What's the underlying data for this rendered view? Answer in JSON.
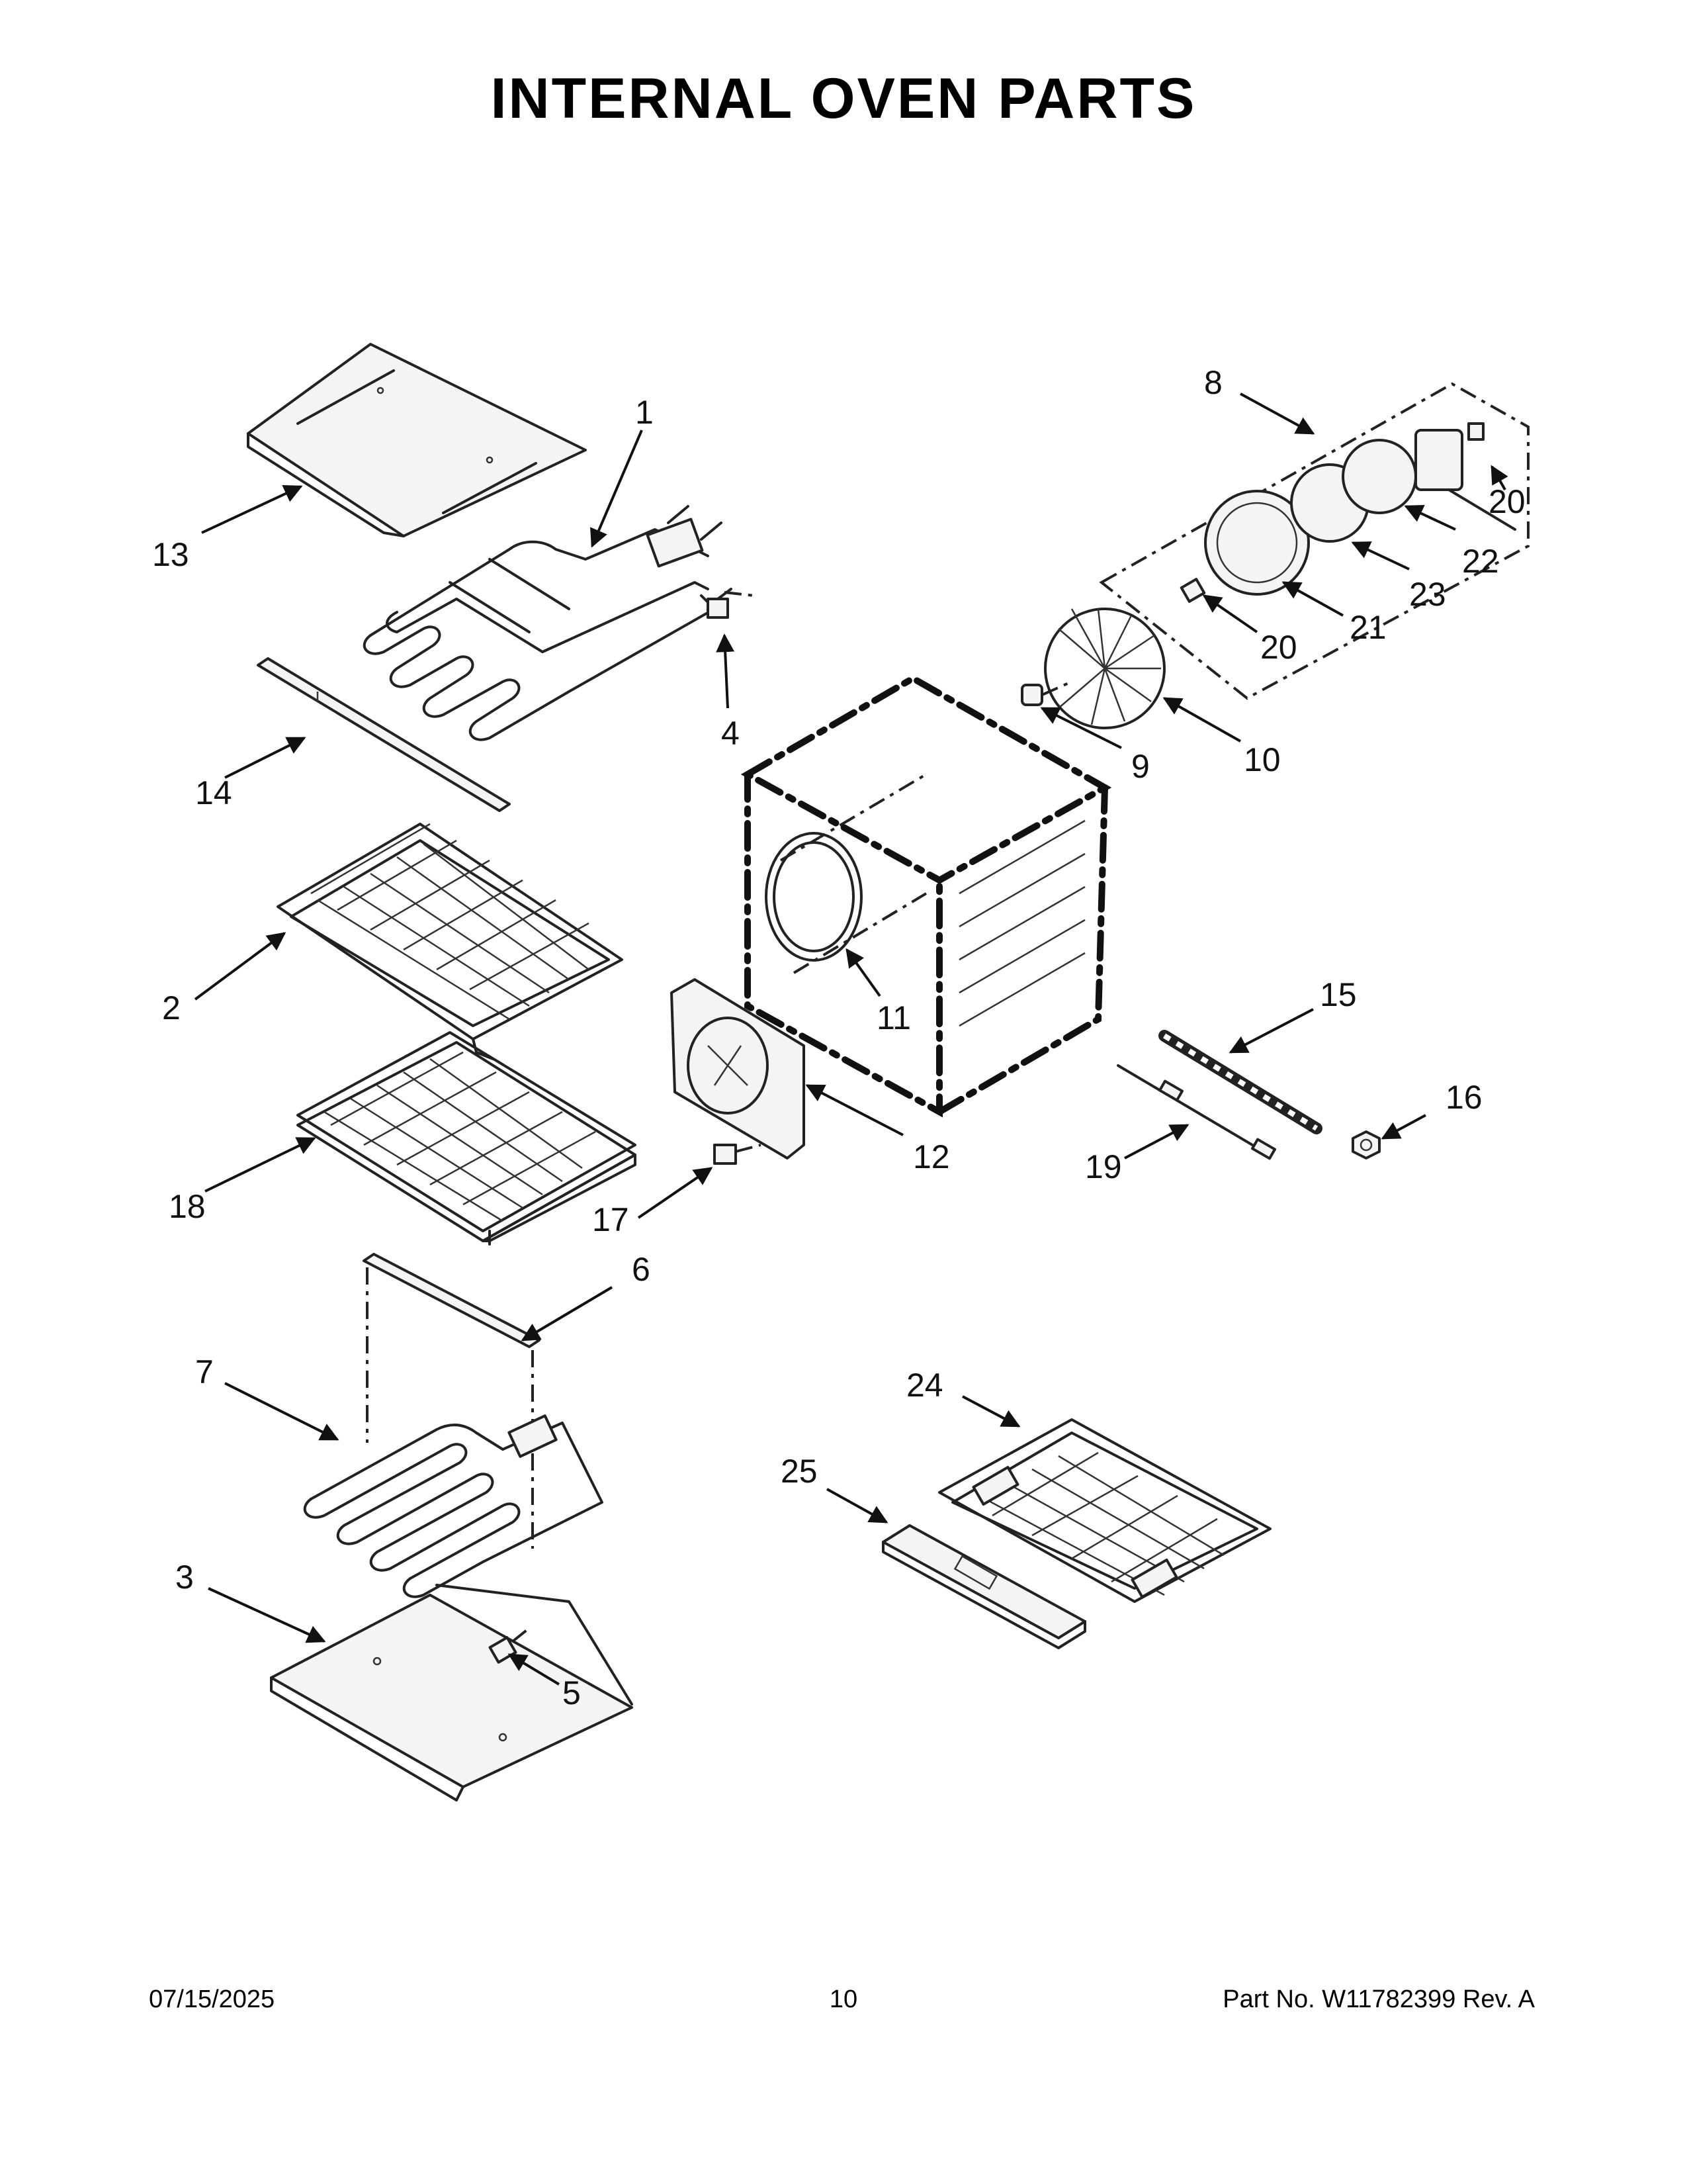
{
  "title": "INTERNAL OVEN PARTS",
  "callouts": [
    {
      "id": "c1",
      "label": "1"
    },
    {
      "id": "c2",
      "label": "2"
    },
    {
      "id": "c3",
      "label": "3"
    },
    {
      "id": "c4",
      "label": "4"
    },
    {
      "id": "c5",
      "label": "5"
    },
    {
      "id": "c6",
      "label": "6"
    },
    {
      "id": "c7",
      "label": "7"
    },
    {
      "id": "c8",
      "label": "8"
    },
    {
      "id": "c9",
      "label": "9"
    },
    {
      "id": "c10",
      "label": "10"
    },
    {
      "id": "c11",
      "label": "11"
    },
    {
      "id": "c12",
      "label": "12"
    },
    {
      "id": "c13",
      "label": "13"
    },
    {
      "id": "c14",
      "label": "14"
    },
    {
      "id": "c15",
      "label": "15"
    },
    {
      "id": "c16",
      "label": "16"
    },
    {
      "id": "c17",
      "label": "17"
    },
    {
      "id": "c18",
      "label": "18"
    },
    {
      "id": "c19",
      "label": "19"
    },
    {
      "id": "c20a",
      "label": "20"
    },
    {
      "id": "c20b",
      "label": "20"
    },
    {
      "id": "c21",
      "label": "21"
    },
    {
      "id": "c22",
      "label": "22"
    },
    {
      "id": "c23",
      "label": "23"
    },
    {
      "id": "c24",
      "label": "24"
    },
    {
      "id": "c25",
      "label": "25"
    }
  ],
  "footer": {
    "date": "07/15/2025",
    "page": "10",
    "part_no": "Part No.  W11782399  Rev.  A"
  }
}
